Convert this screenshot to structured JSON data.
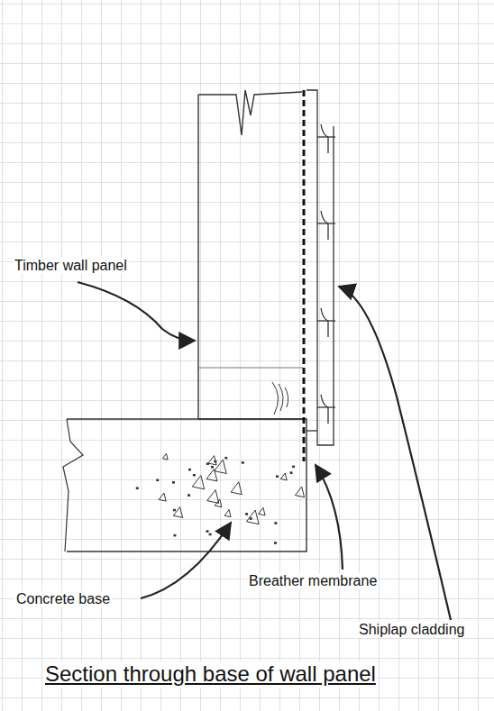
{
  "diagram": {
    "title": "Section through base of wall panel",
    "labels": [
      "Timber wall panel",
      "Breather membrane",
      "Concrete base",
      "Shiplap cladding"
    ]
  }
}
